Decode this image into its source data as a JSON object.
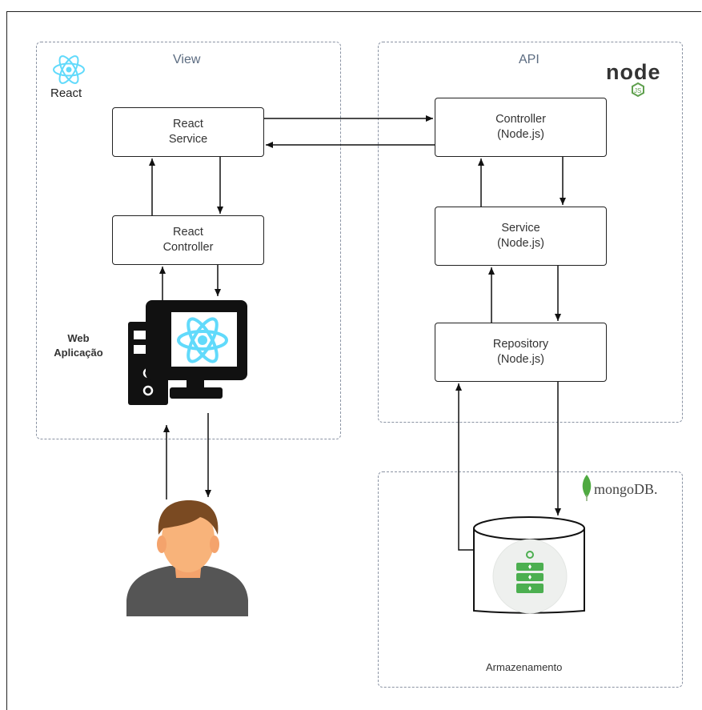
{
  "zones": {
    "view": {
      "title": "View",
      "logo_text": "React"
    },
    "api": {
      "title": "API",
      "logo_text": "node"
    },
    "storage": {
      "title": "Armazenamento",
      "logo_text": "mongoDB."
    }
  },
  "boxes": {
    "react_service": {
      "line1": "React",
      "line2": "Service"
    },
    "react_controller": {
      "line1": "React",
      "line2": "Controller"
    },
    "controller_node": {
      "line1": "Controller",
      "line2": "(Node.js)"
    },
    "service_node": {
      "line1": "Service",
      "line2": "(Node.js)"
    },
    "repository_node": {
      "line1": "Repository",
      "line2": "(Node.js)"
    }
  },
  "web_app_label": {
    "line1": "Web",
    "line2": "Aplicação"
  },
  "colors": {
    "react": "#61dafb",
    "node_green": "#5fa04e",
    "mongo_green": "#4faa41",
    "zone_border": "#8a93a3",
    "db_green": "#4caf50"
  }
}
